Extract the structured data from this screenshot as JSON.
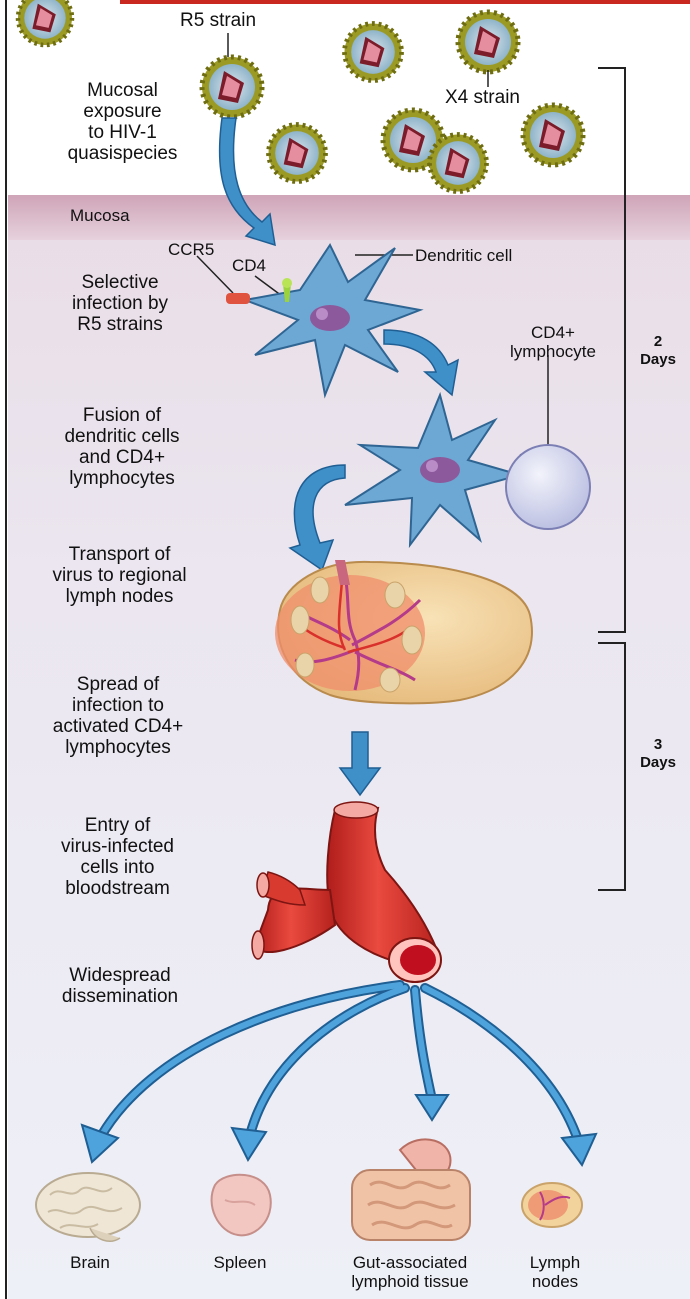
{
  "top_labels": {
    "r5_strain": "R5 strain",
    "x4_strain": "X4 strain",
    "mucosa": "Mucosa",
    "ccr5": "CCR5",
    "cd4": "CD4",
    "dendritic_cell": "Dendritic cell",
    "cd4_lymphocyte": [
      "CD4+",
      "lymphocyte"
    ]
  },
  "steps": [
    {
      "id": "mucosal-exposure",
      "lines": [
        "Mucosal",
        "exposure",
        "to HIV-1",
        "quasispecies"
      ]
    },
    {
      "id": "selective-infection",
      "lines": [
        "Selective",
        "infection by",
        "R5 strains"
      ]
    },
    {
      "id": "fusion",
      "lines": [
        "Fusion of",
        "dendritic cells",
        "and CD4+",
        "lymphocytes"
      ]
    },
    {
      "id": "transport",
      "lines": [
        "Transport of",
        "virus to regional",
        "lymph nodes"
      ]
    },
    {
      "id": "spread",
      "lines": [
        "Spread of",
        "infection to",
        "activated CD4+",
        "lymphocytes"
      ]
    },
    {
      "id": "entry",
      "lines": [
        "Entry of",
        "virus-infected",
        "cells into",
        "bloodstream"
      ]
    },
    {
      "id": "dissemination",
      "lines": [
        "Widespread",
        "dissemination"
      ]
    }
  ],
  "timeline": [
    {
      "value": "2",
      "unit": "Days"
    },
    {
      "value": "3",
      "unit": "Days"
    }
  ],
  "destinations": [
    {
      "id": "brain",
      "lines": [
        "Brain"
      ]
    },
    {
      "id": "spleen",
      "lines": [
        "Spleen"
      ]
    },
    {
      "id": "galt",
      "lines": [
        "Gut-associated",
        "lymphoid tissue"
      ]
    },
    {
      "id": "lymph-nodes",
      "lines": [
        "Lymph",
        "nodes"
      ]
    }
  ],
  "colors": {
    "mucosa_band": "#d9b7c6",
    "arrow_fill": "#3f8fc9",
    "dendritic_cell": "#6da7d3",
    "lymphocyte": "#c9cde9",
    "vessel": "#d9302b",
    "lymph_node": "#f0c98a",
    "virus_ring": "#a7a62b",
    "header_bar": "#c8281f"
  }
}
